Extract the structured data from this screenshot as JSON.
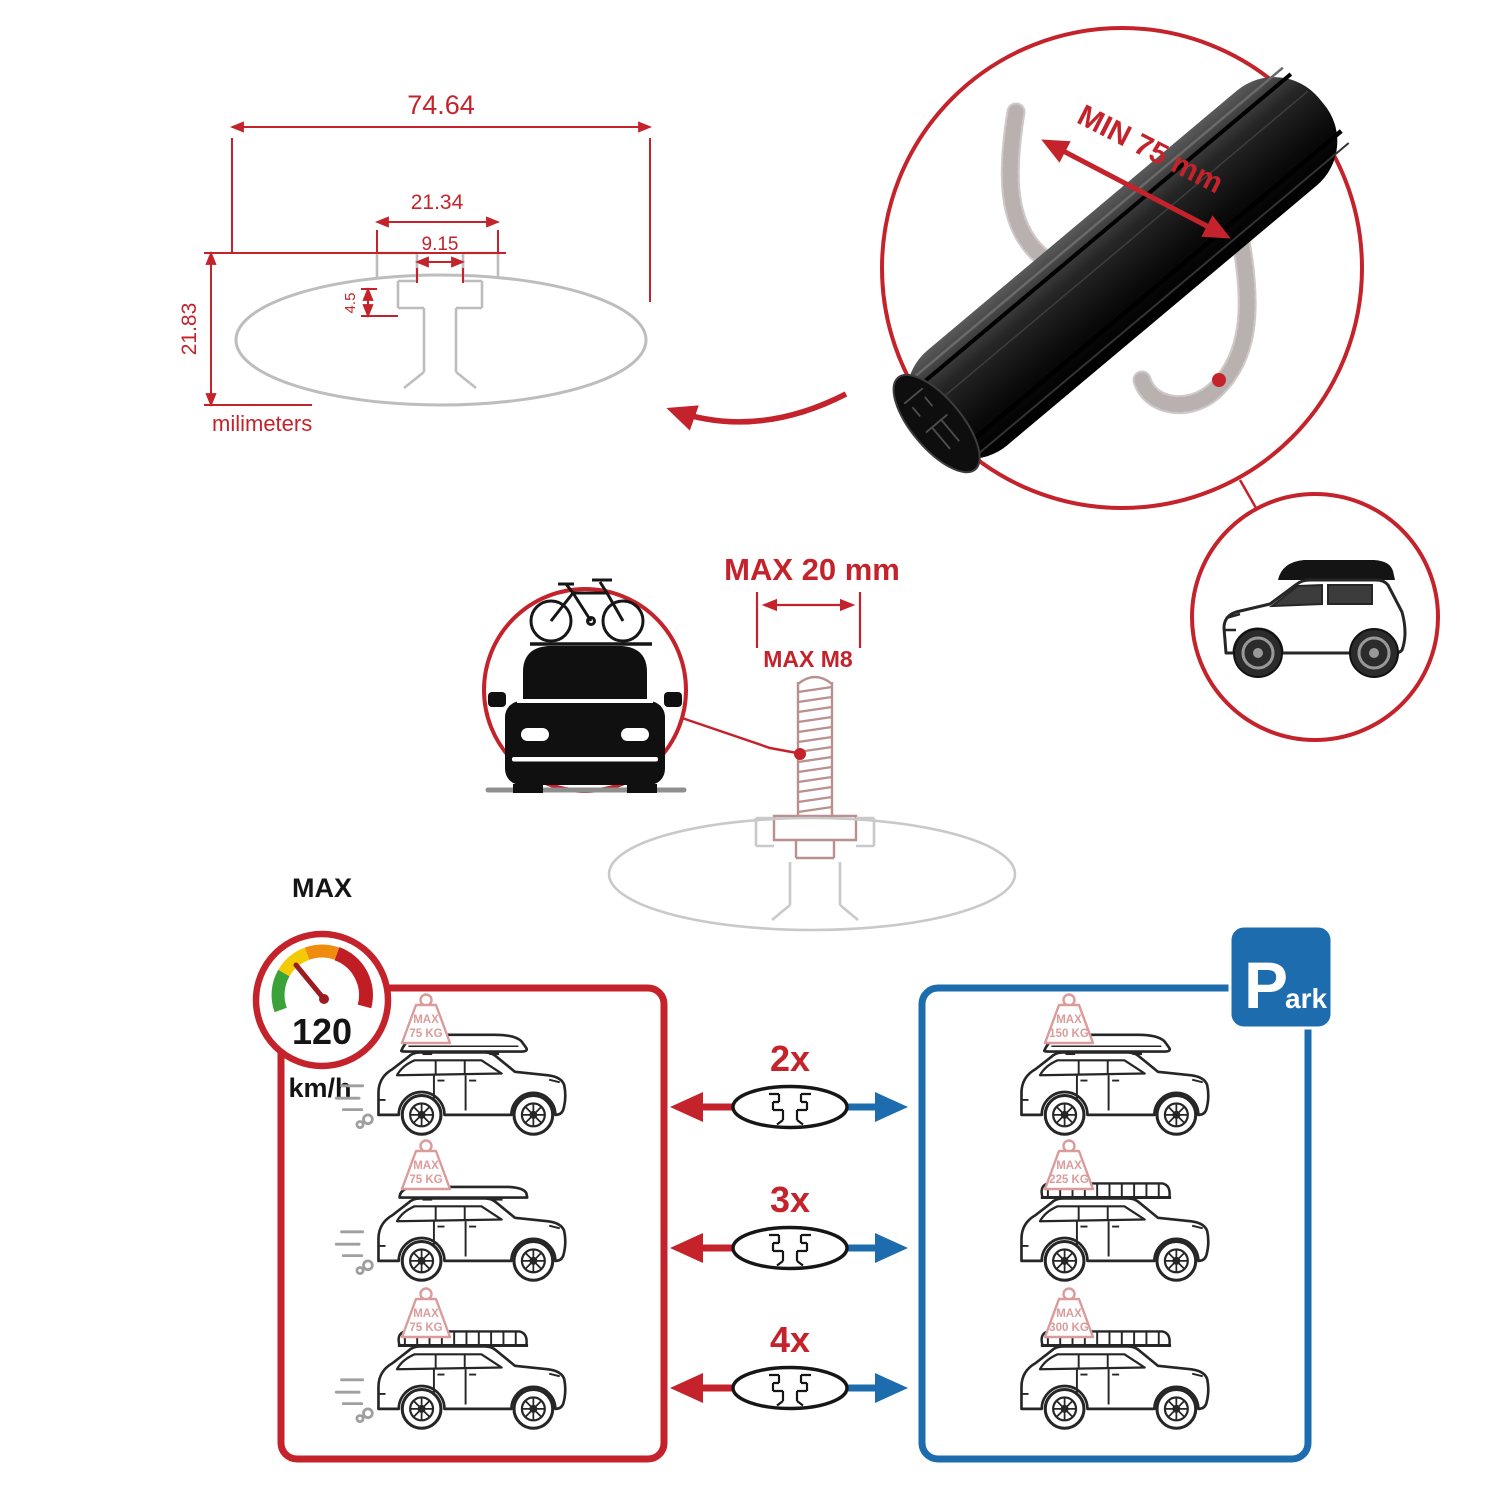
{
  "dimension_drawing": {
    "total_width": "74.64",
    "slot_outer_width": "21.34",
    "slot_inner_width": "9.15",
    "lip_depth": "4.5",
    "total_height": "21.83",
    "units": "milimeters"
  },
  "bar_view": {
    "min_span": "MIN 75 mm"
  },
  "bolt_view": {
    "max_width": "MAX 20 mm",
    "max_thread": "MAX M8"
  },
  "speed_limit": {
    "label": "MAX",
    "value": "120",
    "unit": "km/h"
  },
  "park_sign": {
    "initial": "P",
    "rest": "ark"
  },
  "capacity": {
    "rows": [
      {
        "count": "2x",
        "moving": {
          "l1": "MAX",
          "l2": "75 KG"
        },
        "parked": {
          "l1": "MAX",
          "l2": "150 KG"
        }
      },
      {
        "count": "3x",
        "moving": {
          "l1": "MAX",
          "l2": "75 KG"
        },
        "parked": {
          "l1": "MAX",
          "l2": "225 KG"
        }
      },
      {
        "count": "4x",
        "moving": {
          "l1": "MAX",
          "l2": "75 KG"
        },
        "parked": {
          "l1": "MAX",
          "l2": "300 KG"
        }
      }
    ]
  },
  "icons": {
    "crossbar_render": "roof-crossbar-3d",
    "clamps": "u-bolt-clamps",
    "suv_roofbox": "suv-with-roof-box",
    "bike_on_car": "car-front-with-bicycle",
    "bolt": "threaded-bolt",
    "speedometer": "speed-gauge",
    "park": "parking-sign",
    "cross_section": "crossbar-cross-section"
  },
  "colors": {
    "accent_red": "#c4232b",
    "accent_blue": "#1d6cad",
    "badge_pink": "#db9b9b",
    "profile_gray": "#bdbdbd",
    "bar_black": "#111111"
  }
}
